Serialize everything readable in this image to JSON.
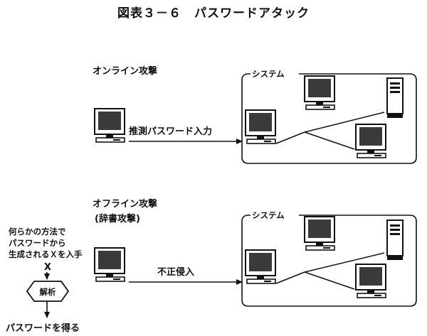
{
  "figure": {
    "title": "図表３－６　パスワードアタック"
  },
  "online": {
    "heading": "オンライン攻撃",
    "arrow_label": "推測パスワード入力",
    "system_label": "システム",
    "icons": [
      "attacker-pc-icon",
      "system-pc-icon",
      "server-icon",
      "system-monitor-icon"
    ]
  },
  "offline": {
    "heading": "オフライン攻撃",
    "subheading": "(辞書攻撃)",
    "arrow_label": "不正侵入",
    "system_label": "システム",
    "note_lines": [
      "何らかの方法で",
      "パスワードから",
      "生成されるＸを入手"
    ],
    "x_label": "X",
    "decode_label": "解析",
    "result_label": "パスワードを得る"
  },
  "colors": {
    "ink": "#111111",
    "screen": "#3a3a3a",
    "background": "#ffffff"
  }
}
